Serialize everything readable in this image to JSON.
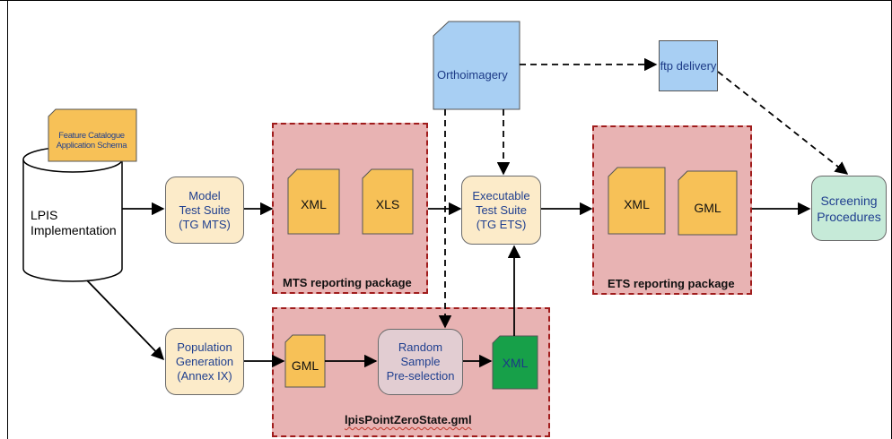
{
  "lpis": {
    "catalogue_line1": "Feature Catalogue",
    "catalogue_line2": "Application Schema",
    "label_line1": "LPIS",
    "label_line2": "Implementation"
  },
  "mts": {
    "line1": "Model",
    "line2": "Test Suite",
    "line3": "(TG MTS)"
  },
  "population": {
    "line1": "Population",
    "line2": "Generation",
    "line3": "(Annex IX)"
  },
  "mts_package": {
    "label": "MTS reporting package",
    "doc1": "XML",
    "doc2": "XLS"
  },
  "orthoimagery": {
    "label": "Orthoimagery"
  },
  "ftp": {
    "label": "ftp delivery"
  },
  "ets": {
    "line1": "Executable",
    "line2": "Test Suite",
    "line3": "(TG ETS)"
  },
  "ets_package": {
    "label": "ETS reporting package",
    "doc1": "XML",
    "doc2": "GML"
  },
  "screening": {
    "line1": "Screening",
    "line2": "Procedures"
  },
  "zero_state_package": {
    "label": "lpisPointZeroState.gml",
    "gml": "GML",
    "xml": "XML"
  },
  "random": {
    "line1": "Random",
    "line2": "Sample",
    "line3": "Pre-selection"
  },
  "colors": {
    "package_fill": "#e8b3b3",
    "package_border": "#a01c1c",
    "doc_orange": "#f7c157",
    "doc_green": "#17a049",
    "process_cream": "#fcebc9",
    "process_mauve": "#e2cdd2",
    "process_mint": "#c6ead8",
    "data_blue": "#a8cff3"
  }
}
